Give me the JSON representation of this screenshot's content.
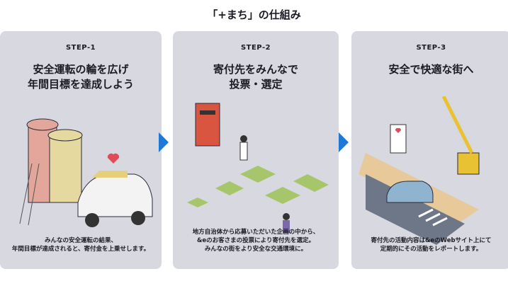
{
  "title": "「+まち」の仕組み",
  "steps": [
    {
      "label": "STEP-1",
      "heading": [
        "安全運転の輪を広げ",
        "年間目標を達成しよう"
      ],
      "desc": [
        "みんなの安全運転の結果、",
        "年間目標が達成されると、寄付金を上乗せします。"
      ]
    },
    {
      "label": "STEP-2",
      "heading": [
        "寄付先をみんなで",
        "投票・選定"
      ],
      "desc": [
        "地方自治体から応募いただいた企画の中から、",
        "&eのお客さまの投票により寄付先を選定。",
        "みんなの街をより安全な交通環境に。"
      ]
    },
    {
      "label": "STEP-3",
      "heading": [
        "安全で快適な街へ"
      ],
      "desc": [
        "寄付先の活動内容は&eのWebサイト上にて",
        "定期的にその活動をレポートします。"
      ]
    }
  ],
  "colors": {
    "accent": "#1f77d6",
    "panel": "#d8d9e0"
  }
}
